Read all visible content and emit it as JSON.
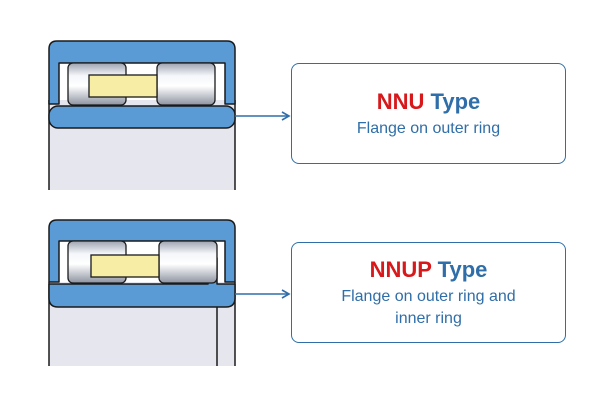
{
  "cards": [
    {
      "code": "NNU",
      "type_word": "Type",
      "description": "Flange on outer ring"
    },
    {
      "code": "NNUP",
      "type_word": "Type",
      "description_lines": [
        "Flange on outer ring and",
        "inner ring"
      ]
    }
  ],
  "colors": {
    "ring_fill": "#5b9bd5",
    "ring_stroke": "#1a1a1a",
    "cage_fill": "#f7eda4",
    "housing_fill": "#e6e6ee",
    "accent_blue": "#2f6ea8",
    "accent_red": "#d7191c"
  }
}
